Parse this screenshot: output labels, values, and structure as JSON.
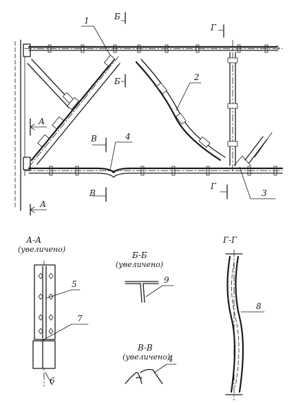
{
  "callouts": {
    "c1": "1",
    "c2": "2",
    "c3": "3",
    "c4": "4",
    "c4b": "4",
    "c5": "5",
    "c6": "6",
    "c7": "7",
    "c8": "8",
    "c9": "9"
  },
  "cut_marks": {
    "b": "Б",
    "g": "Г",
    "a": "А",
    "v": "В"
  },
  "sections": {
    "aa_title": "А-А",
    "aa_sub": "(увеличено)",
    "bb_title": "Б-Б",
    "bb_sub": "(увеличено)",
    "vv_title": "В-В",
    "vv_sub": "(увеличено)",
    "gg_title": "Г-Г"
  }
}
